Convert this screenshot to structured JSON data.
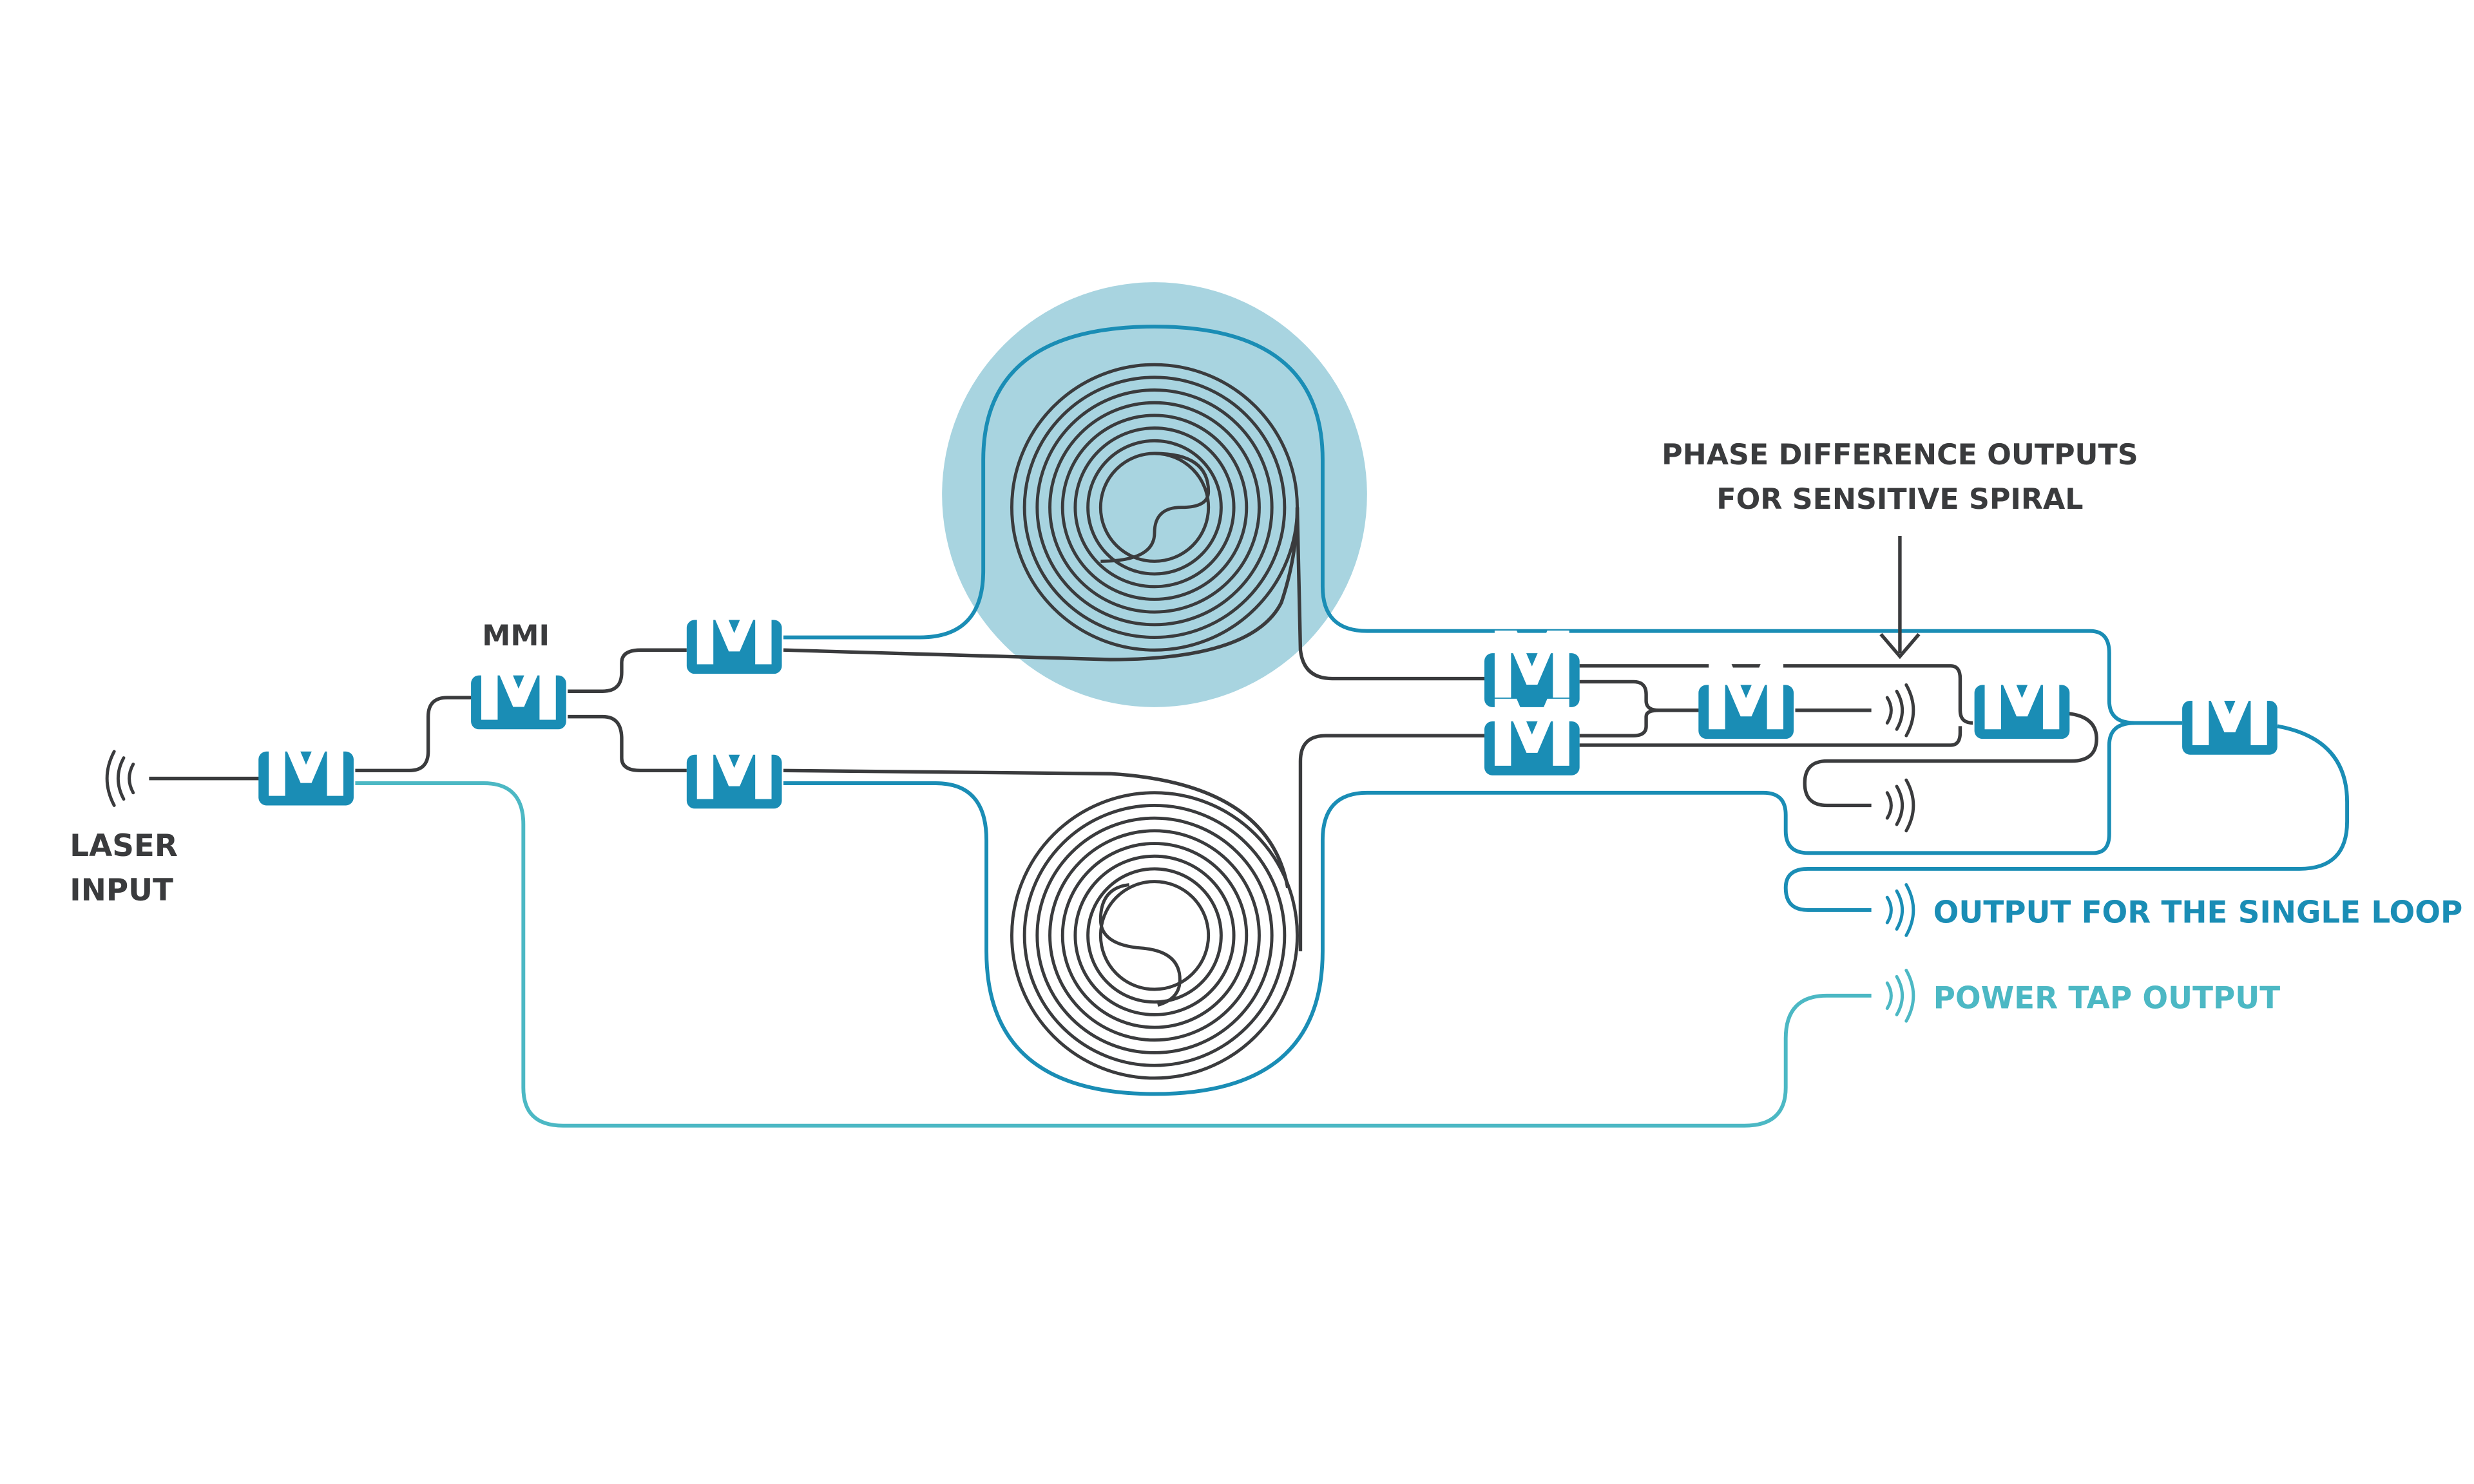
{
  "labels": {
    "laser_input_line1": "LASER",
    "laser_input_line2": "INPUT",
    "mmi": "MMI",
    "phase_line1": "PHASE DIFFERENCE OUTPUTS",
    "phase_line2": "FOR SENSITIVE SPIRAL",
    "single_loop_output": "OUTPUT FOR THE SINGLE LOOP",
    "power_tap_output": "POWER TAP OUTPUT"
  },
  "mmi_letter": "M",
  "colors": {
    "dark_waveguide": "#3a3b3d",
    "blue_waveguide": "#1a8db5",
    "teal_waveguide": "#4cb8c4",
    "mmi_box": "#1a8db5",
    "highlight_circle": "#a8d4e0"
  },
  "icons": [
    "laser-emitter-icon",
    "output-wave-icon"
  ]
}
